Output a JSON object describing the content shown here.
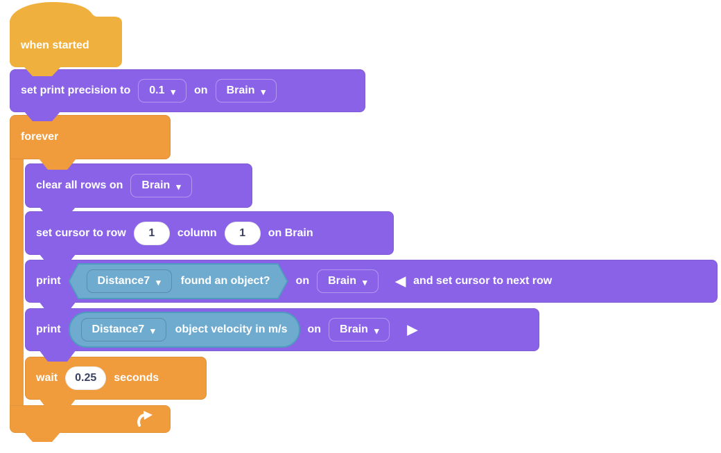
{
  "colors": {
    "block_purple": "#8A62E8",
    "block_orange": "#F09B3C",
    "hat_yellow": "#F0B03D",
    "sensor_blue": "#6FABCF",
    "sensor_blue_border": "#4E9BBF",
    "value_text": "#3B4160"
  },
  "icons": {
    "dropdown_caret": "▾",
    "collapse_left": "◀",
    "expand_right": "▶"
  },
  "blocks": {
    "when_started": {
      "label": "when started"
    },
    "set_print_precision": {
      "prefix": "set print precision to",
      "precision": "0.1",
      "connector": "on",
      "device": "Brain"
    },
    "forever": {
      "label": "forever"
    },
    "clear_all_rows": {
      "prefix": "clear all rows on",
      "device": "Brain"
    },
    "set_cursor": {
      "prefix": "set cursor to row",
      "row": "1",
      "middle": "column",
      "column": "1",
      "suffix": "on Brain"
    },
    "print_found_object": {
      "prefix": "print",
      "sensor": "Distance7",
      "sensor_property": "found an object?",
      "connector": "on",
      "device": "Brain",
      "suffix": "and set cursor to next row"
    },
    "print_velocity": {
      "prefix": "print",
      "sensor": "Distance7",
      "sensor_property": "object velocity in m/s",
      "connector": "on",
      "device": "Brain"
    },
    "wait": {
      "prefix": "wait",
      "seconds": "0.25",
      "suffix": "seconds"
    }
  }
}
